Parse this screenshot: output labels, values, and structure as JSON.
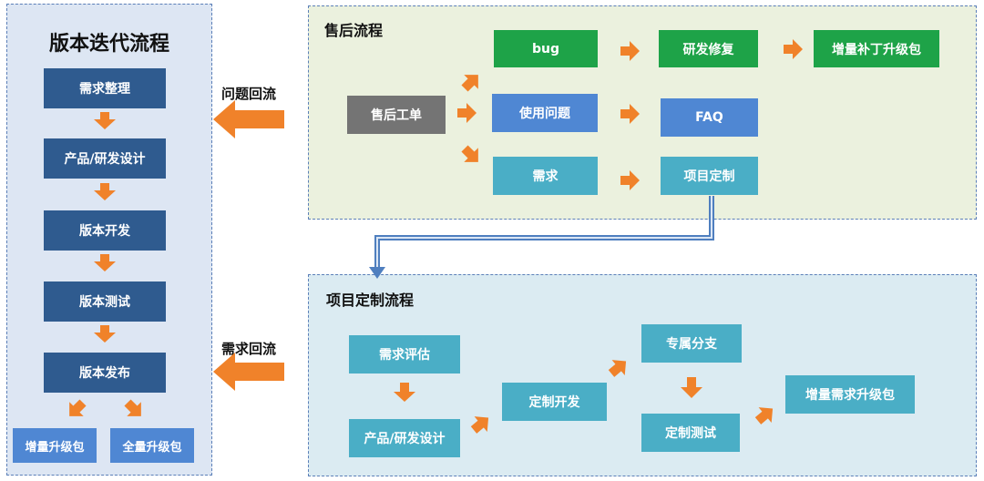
{
  "colors": {
    "left_panel_bg": "#dde6f3",
    "aftersales_bg": "#ebf1de",
    "project_bg": "#dbebf2",
    "dark_blue": "#2f5b8f",
    "green": "#1ea348",
    "blue": "#4f87d3",
    "teal": "#4aaec6",
    "gray": "#747474",
    "orange": "#f0822a",
    "connector": "#4f7fbf"
  },
  "version_flow": {
    "title": "版本迭代流程",
    "steps": [
      "需求整理",
      "产品/研发设计",
      "版本开发",
      "版本测试",
      "版本发布"
    ],
    "outputs": [
      "增量升级包",
      "全量升级包"
    ]
  },
  "labels": {
    "issue_backflow": "问题回流",
    "demand_backflow": "需求回流"
  },
  "aftersales": {
    "title": "售后流程",
    "ticket": "售后工单",
    "bug": "bug",
    "dev_fix": "研发修复",
    "patch_package": "增量补丁升级包",
    "usage_issue": "使用问题",
    "faq": "FAQ",
    "demand": "需求",
    "project_custom": "项目定制"
  },
  "project_flow": {
    "title": "项目定制流程",
    "demand_eval": "需求评估",
    "design": "产品/研发设计",
    "custom_dev": "定制开发",
    "branch": "专属分支",
    "custom_test": "定制测试",
    "demand_package": "增量需求升级包"
  }
}
